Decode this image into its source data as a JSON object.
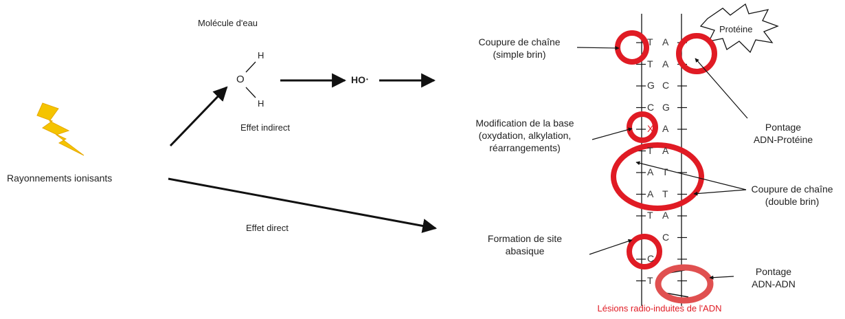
{
  "colors": {
    "lesion": "#e01b24",
    "ink": "#111111",
    "bolt": "#f5c400"
  },
  "icons": {
    "radiation": "lightning-icon"
  },
  "left": {
    "source_label": "Rayonnements ionisants",
    "water_title": "Molécule d'eau",
    "atom_o": "O",
    "atom_h1": "H",
    "atom_h2": "H",
    "radical": "HO",
    "radical_dot": "•",
    "indirect_label": "Effet indirect",
    "direct_label": "Effet direct"
  },
  "dna": {
    "pairs": [
      {
        "left": "T",
        "right": "A"
      },
      {
        "left": "T",
        "right": "A"
      },
      {
        "left": "G",
        "right": "C"
      },
      {
        "left": "C",
        "right": "G"
      },
      {
        "left": "X",
        "right": "A"
      },
      {
        "left": "T",
        "right": "A"
      },
      {
        "left": "A",
        "right": "T"
      },
      {
        "left": "A",
        "right": "T"
      },
      {
        "left": "T",
        "right": "A"
      },
      {
        "left": "",
        "right": "C"
      },
      {
        "left": "C",
        "right": ""
      },
      {
        "left": "T",
        "right": ""
      }
    ],
    "protein_label": "Protéine",
    "caption": "Lésions radio-induites de l'ADN"
  },
  "annotations": {
    "single_strand_l1": "Coupure de chaîne",
    "single_strand_l2": "(simple brin)",
    "base_mod_l1": "Modification de la base",
    "base_mod_l2": "(oxydation, alkylation,",
    "base_mod_l3": "réarrangements)",
    "abasic_l1": "Formation de site",
    "abasic_l2": "abasique",
    "dna_protein_l1": "Pontage",
    "dna_protein_l2": "ADN-Protéine",
    "double_strand_l1": "Coupure de chaîne",
    "double_strand_l2": "(double brin)",
    "dna_dna_l1": "Pontage",
    "dna_dna_l2": "ADN-ADN"
  }
}
